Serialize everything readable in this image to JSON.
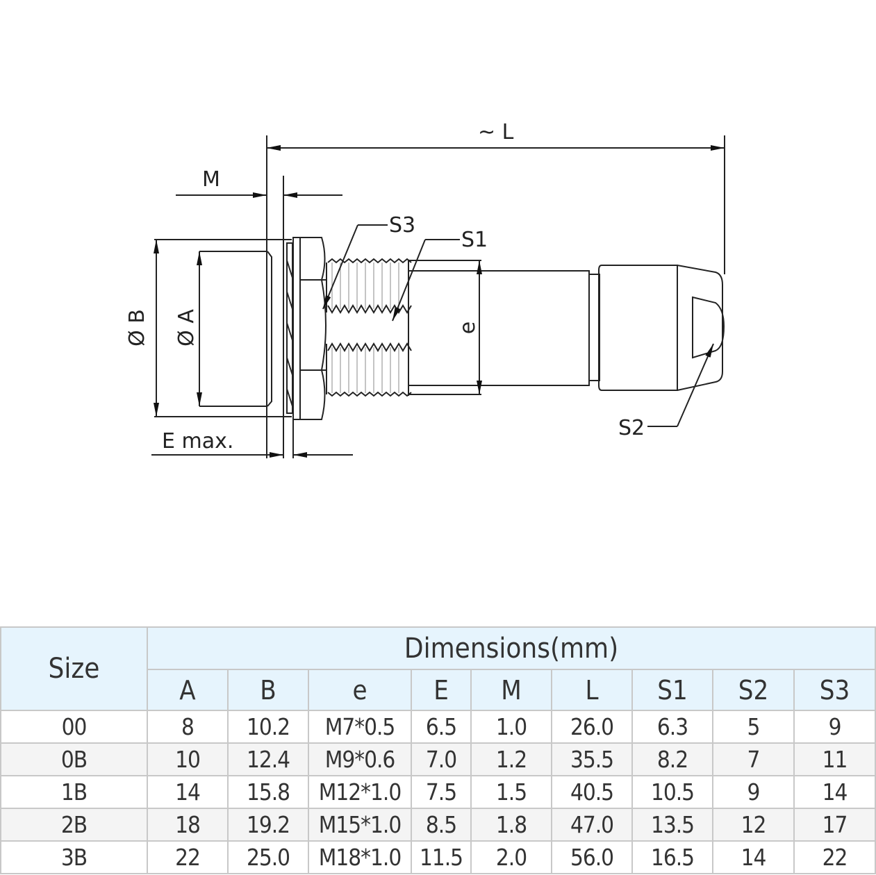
{
  "drawing": {
    "labels": {
      "L": "~ L",
      "M": "M",
      "S3": "S3",
      "S1": "S1",
      "S2": "S2",
      "e": "e",
      "B": "Ø B",
      "A": "Ø A",
      "E": "E max."
    }
  },
  "table": {
    "size_header": "Size",
    "group_header": "Dimensions(mm)",
    "columns": [
      "A",
      "B",
      "e",
      "E",
      "M",
      "L",
      "S1",
      "S2",
      "S3"
    ],
    "rows": [
      {
        "size": "00",
        "values": [
          "8",
          "10.2",
          "M7*0.5",
          "6.5",
          "1.0",
          "26.0",
          "6.3",
          "5",
          "9"
        ]
      },
      {
        "size": "0B",
        "values": [
          "10",
          "12.4",
          "M9*0.6",
          "7.0",
          "1.2",
          "35.5",
          "8.2",
          "7",
          "11"
        ]
      },
      {
        "size": "1B",
        "values": [
          "14",
          "15.8",
          "M12*1.0",
          "7.5",
          "1.5",
          "40.5",
          "10.5",
          "9",
          "14"
        ]
      },
      {
        "size": "2B",
        "values": [
          "18",
          "19.2",
          "M15*1.0",
          "8.5",
          "1.8",
          "47.0",
          "13.5",
          "12",
          "17"
        ]
      },
      {
        "size": "3B",
        "values": [
          "22",
          "25.0",
          "M18*1.0",
          "11.5",
          "2.0",
          "56.0",
          "16.5",
          "14",
          "22"
        ]
      }
    ]
  }
}
